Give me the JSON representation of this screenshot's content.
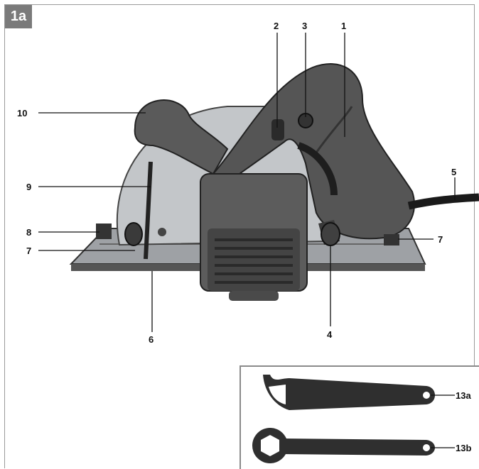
{
  "figure": {
    "badge": "1a"
  },
  "callouts": {
    "c1": "1",
    "c2": "2",
    "c3": "3",
    "c4": "4",
    "c5": "5",
    "c6": "6",
    "c7_left": "7",
    "c7_right": "7",
    "c8": "8",
    "c9": "9",
    "c10": "10",
    "c13a": "13a",
    "c13b": "13b"
  },
  "colors": {
    "body_dark": "#4a4a4a",
    "body_mid": "#6d6d6d",
    "blade_guard": "#b9bcbf",
    "base_plate": "#8d9094",
    "badge": "#7a7a7a"
  }
}
